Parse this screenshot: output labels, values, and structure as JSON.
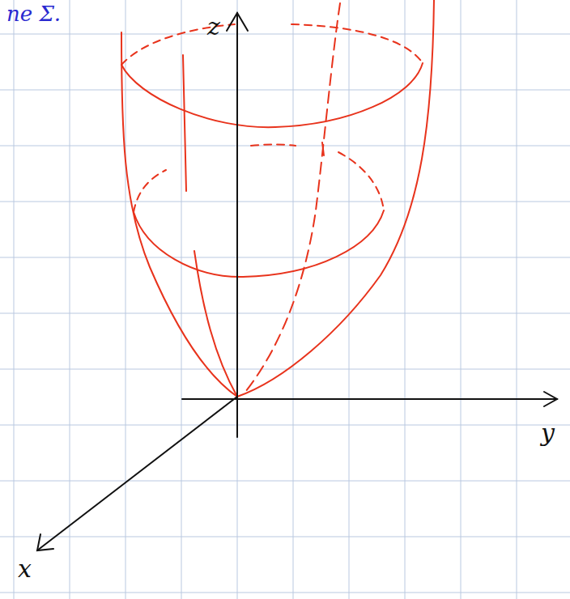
{
  "diagram": {
    "labels": [
      "ne Σ.",
      "z",
      "y",
      "x"
    ]
  }
}
